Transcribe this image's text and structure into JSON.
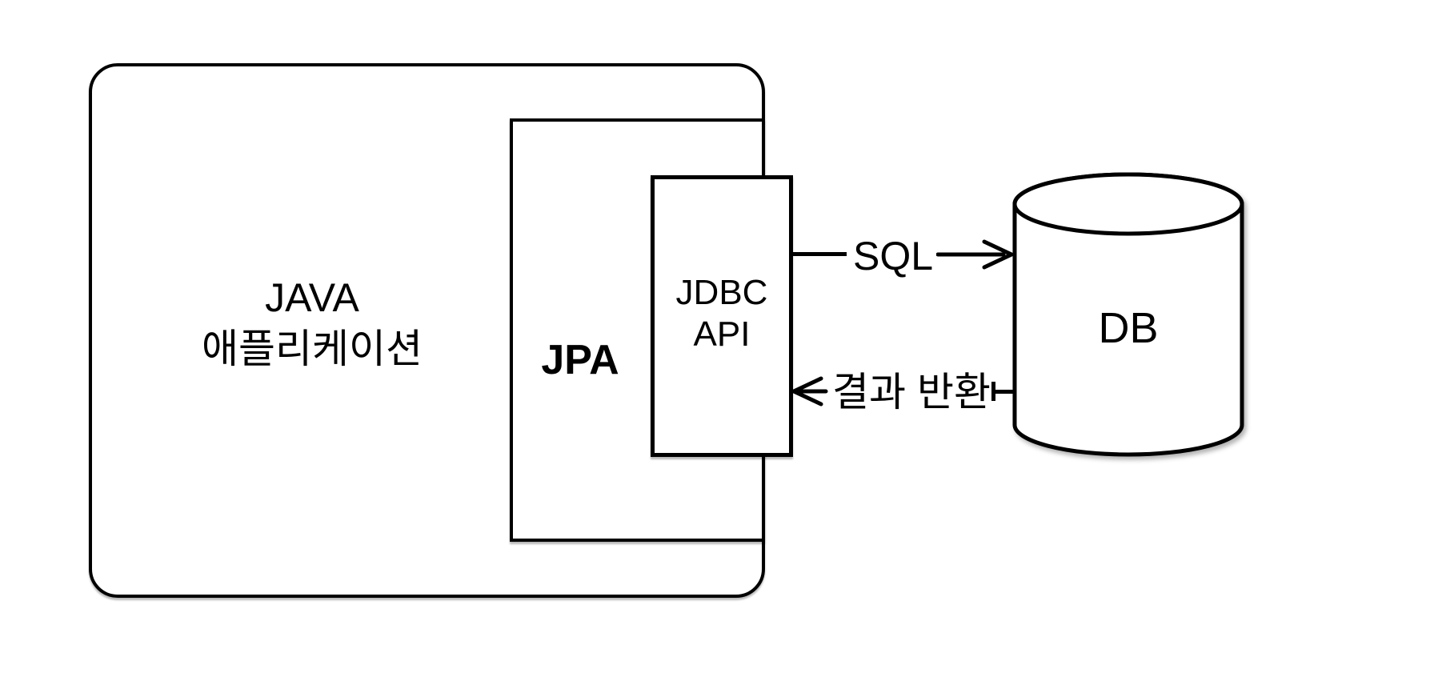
{
  "colors": {
    "stroke": "#000000",
    "background": "#ffffff"
  },
  "app_box": {
    "line1": "JAVA",
    "line2": "애플리케이션"
  },
  "jpa_box": {
    "label": "JPA"
  },
  "jdbc_box": {
    "line1": "JDBC",
    "line2": "API"
  },
  "db": {
    "label": "DB"
  },
  "flow_sql": {
    "label": "SQL"
  },
  "flow_result": {
    "label": "결과 반환"
  }
}
